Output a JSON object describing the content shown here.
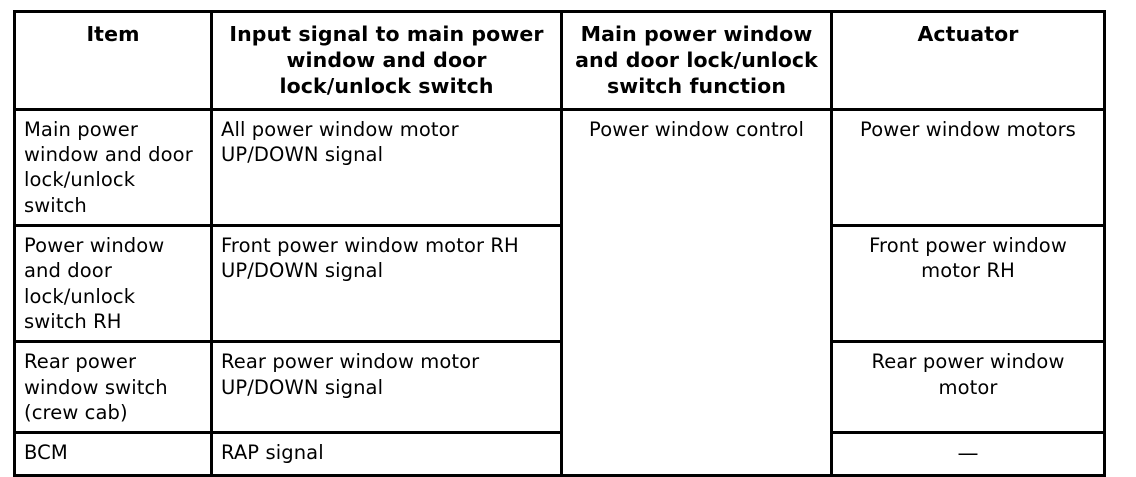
{
  "table": {
    "headers": [
      "Item",
      "Input signal to main power window and door lock/unlock switch",
      "Main power window and door lock/unlock switch function",
      "Actuator"
    ],
    "merged_function_value": "Power window control",
    "rows": [
      {
        "item": "Main power window and door lock/unlock switch",
        "input_signal": "All power window motor UP/DOWN signal",
        "actuator": "Power window motors"
      },
      {
        "item": "Power window and door lock/unlock switch RH",
        "input_signal": "Front power window motor RH UP/DOWN signal",
        "actuator": "Front power window motor RH"
      },
      {
        "item": "Rear power window switch (crew cab)",
        "input_signal": "Rear power window motor UP/DOWN signal",
        "actuator": "Rear power window motor"
      },
      {
        "item": "BCM",
        "input_signal": "RAP signal",
        "actuator": "—"
      }
    ]
  },
  "colors": {
    "border": "#000000",
    "text": "#000000",
    "background": "#ffffff"
  }
}
